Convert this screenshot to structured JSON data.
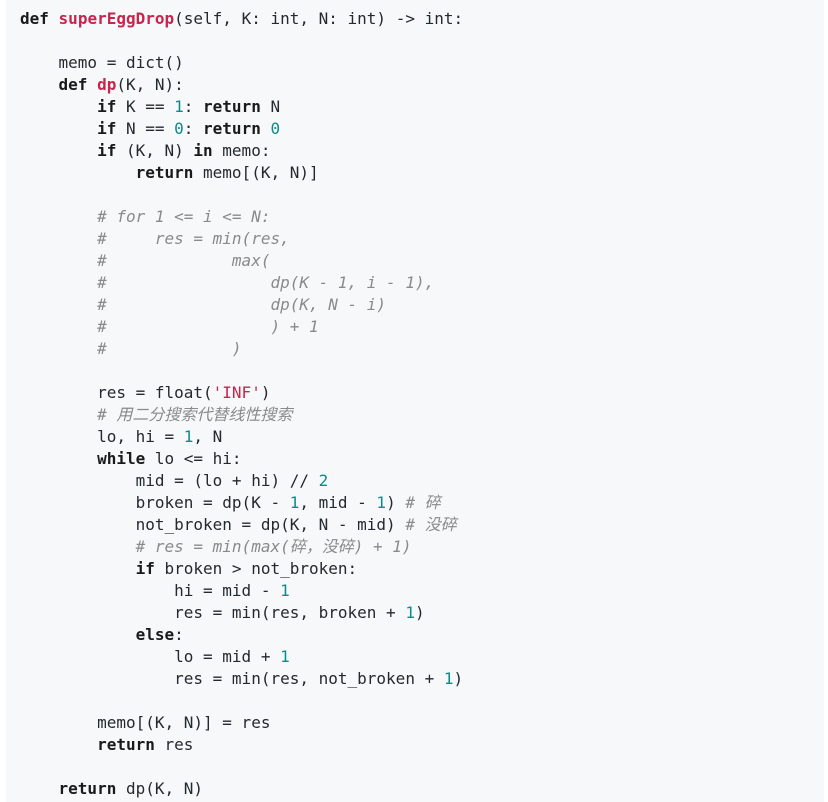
{
  "code": {
    "language": "python",
    "colors": {
      "background": "#f6f8fa",
      "text": "#24292e",
      "function_name": "#c7254e",
      "number": "#0d8a8a",
      "string": "#c7254e",
      "comment": "#8a8a8a"
    },
    "lines": [
      [
        {
          "t": "def",
          "c": "kw"
        },
        {
          "t": " "
        },
        {
          "t": "superEggDrop",
          "c": "fn"
        },
        {
          "t": "(self, K: int, N: int) -> int:"
        }
      ],
      [],
      [
        {
          "t": "    memo = dict()"
        }
      ],
      [
        {
          "t": "    "
        },
        {
          "t": "def",
          "c": "kw"
        },
        {
          "t": " "
        },
        {
          "t": "dp",
          "c": "fn"
        },
        {
          "t": "(K, N):"
        }
      ],
      [
        {
          "t": "        "
        },
        {
          "t": "if",
          "c": "kw"
        },
        {
          "t": " K == "
        },
        {
          "t": "1",
          "c": "num"
        },
        {
          "t": ": "
        },
        {
          "t": "return",
          "c": "kw"
        },
        {
          "t": " N"
        }
      ],
      [
        {
          "t": "        "
        },
        {
          "t": "if",
          "c": "kw"
        },
        {
          "t": " N == "
        },
        {
          "t": "0",
          "c": "num"
        },
        {
          "t": ": "
        },
        {
          "t": "return",
          "c": "kw"
        },
        {
          "t": " "
        },
        {
          "t": "0",
          "c": "num"
        }
      ],
      [
        {
          "t": "        "
        },
        {
          "t": "if",
          "c": "kw"
        },
        {
          "t": " (K, N) "
        },
        {
          "t": "in",
          "c": "kw"
        },
        {
          "t": " memo:"
        }
      ],
      [
        {
          "t": "            "
        },
        {
          "t": "return",
          "c": "kw"
        },
        {
          "t": " memo[(K, N)]"
        }
      ],
      [],
      [
        {
          "t": "        "
        },
        {
          "t": "# for 1 <= i <= N:",
          "c": "cm"
        }
      ],
      [
        {
          "t": "        "
        },
        {
          "t": "#     res = min(res,",
          "c": "cm"
        }
      ],
      [
        {
          "t": "        "
        },
        {
          "t": "#             max(",
          "c": "cm"
        }
      ],
      [
        {
          "t": "        "
        },
        {
          "t": "#                 dp(K - 1, i - 1),",
          "c": "cm"
        }
      ],
      [
        {
          "t": "        "
        },
        {
          "t": "#                 dp(K, N - i)",
          "c": "cm"
        }
      ],
      [
        {
          "t": "        "
        },
        {
          "t": "#                 ) + 1",
          "c": "cm"
        }
      ],
      [
        {
          "t": "        "
        },
        {
          "t": "#             )",
          "c": "cm"
        }
      ],
      [],
      [
        {
          "t": "        res = float("
        },
        {
          "t": "'INF'",
          "c": "str"
        },
        {
          "t": ")"
        }
      ],
      [
        {
          "t": "        "
        },
        {
          "t": "# 用二分搜索代替线性搜索",
          "c": "cm"
        }
      ],
      [
        {
          "t": "        lo, hi = "
        },
        {
          "t": "1",
          "c": "num"
        },
        {
          "t": ", N"
        }
      ],
      [
        {
          "t": "        "
        },
        {
          "t": "while",
          "c": "kw"
        },
        {
          "t": " lo <= hi:"
        }
      ],
      [
        {
          "t": "            mid = (lo + hi) // "
        },
        {
          "t": "2",
          "c": "num"
        }
      ],
      [
        {
          "t": "            broken = dp(K - "
        },
        {
          "t": "1",
          "c": "num"
        },
        {
          "t": ", mid - "
        },
        {
          "t": "1",
          "c": "num"
        },
        {
          "t": ") "
        },
        {
          "t": "# 碎",
          "c": "cm"
        }
      ],
      [
        {
          "t": "            not_broken = dp(K, N - mid) "
        },
        {
          "t": "# 没碎",
          "c": "cm"
        }
      ],
      [
        {
          "t": "            "
        },
        {
          "t": "# res = min(max(碎，没碎) + 1)",
          "c": "cm"
        }
      ],
      [
        {
          "t": "            "
        },
        {
          "t": "if",
          "c": "kw"
        },
        {
          "t": " broken > not_broken:"
        }
      ],
      [
        {
          "t": "                hi = mid - "
        },
        {
          "t": "1",
          "c": "num"
        }
      ],
      [
        {
          "t": "                res = min(res, broken + "
        },
        {
          "t": "1",
          "c": "num"
        },
        {
          "t": ")"
        }
      ],
      [
        {
          "t": "            "
        },
        {
          "t": "else",
          "c": "kw"
        },
        {
          "t": ":"
        }
      ],
      [
        {
          "t": "                lo = mid + "
        },
        {
          "t": "1",
          "c": "num"
        }
      ],
      [
        {
          "t": "                res = min(res, not_broken + "
        },
        {
          "t": "1",
          "c": "num"
        },
        {
          "t": ")"
        }
      ],
      [],
      [
        {
          "t": "        memo[(K, N)] = res"
        }
      ],
      [
        {
          "t": "        "
        },
        {
          "t": "return",
          "c": "kw"
        },
        {
          "t": " res"
        }
      ],
      [],
      [
        {
          "t": "    "
        },
        {
          "t": "return",
          "c": "kw"
        },
        {
          "t": " dp(K, N)"
        }
      ]
    ]
  }
}
